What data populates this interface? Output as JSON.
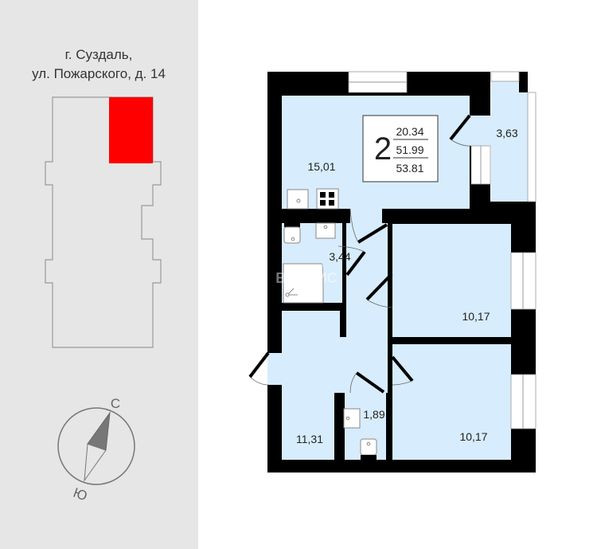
{
  "address": {
    "line1": "г. Суздаль,",
    "line2": "ул. Пожарского, д. 14"
  },
  "colors": {
    "highlight": "#ff0000",
    "room_fill": "#d7ecfc",
    "panel_bg": "#e6e6e6"
  },
  "compass": {
    "north": "С",
    "south": "Ю"
  },
  "summary": {
    "rooms": "2",
    "living_area": "20.34",
    "total_area": "51.99",
    "total_with_balcony": "53.81"
  },
  "rooms": {
    "kitchen": "15,01",
    "balcony": "3,63",
    "bathroom": "3,44",
    "bedroom1": "10,17",
    "bedroom2": "10,17",
    "wc": "1,89",
    "hallway": "11,31"
  },
  "watermark": "ВЛАДИС"
}
